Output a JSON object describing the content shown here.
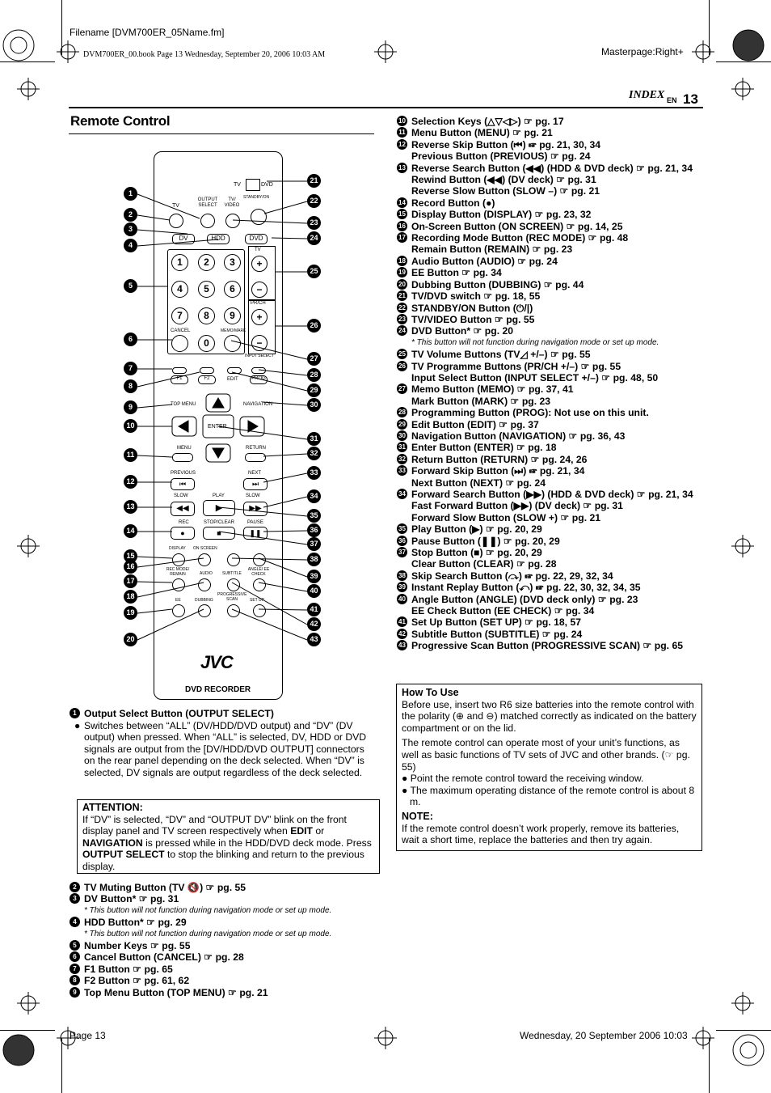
{
  "header": {
    "filename": "Filename [DVM700ER_05Name.fm]",
    "bookline": "DVM700ER_00.book  Page 13  Wednesday, September 20, 2006  10:03 AM",
    "masterpage": "Masterpage:Right+",
    "section": "INDEX",
    "lang": "EN",
    "page_number": "13"
  },
  "title": "Remote Control",
  "remote": {
    "brand": "JVC",
    "label": "DVD RECORDER",
    "tv_switch_left": "TV",
    "tv_switch_right": "DVD",
    "output_select": "OUTPUT SELECT",
    "tv_video": "TV/ VIDEO",
    "standby": "STANDBY/ON",
    "tv_mute": "TV",
    "dv": "DV",
    "hdd": "HDD",
    "dvd": "DVD",
    "keys": [
      "1",
      "2",
      "3",
      "4",
      "5",
      "6",
      "7",
      "8",
      "9",
      "0"
    ],
    "tv_vol": "TV",
    "prch": "PR/CH",
    "cancel": "CANCEL",
    "memo": "MEMO/MARK",
    "input_select": "INPUT SELECT",
    "f1": "F1",
    "f2": "F2",
    "edit": "EDIT",
    "prog": "PROG",
    "top_menu": "TOP MENU",
    "navigation": "NAVIGATION",
    "enter": "ENTER",
    "menu": "MENU",
    "return": "RETURN",
    "previous": "PREVIOUS",
    "next": "NEXT",
    "slow_minus": "SLOW",
    "play": "PLAY",
    "slow_plus": "SLOW",
    "rec": "REC",
    "stop_clear": "STOP/CLEAR",
    "pause": "PAUSE",
    "display": "DISPLAY",
    "on_screen": "ON SCREEN",
    "rec_mode": "REC MODE/ REMAIN",
    "audio": "AUDIO",
    "subtitle": "SUBTITLE",
    "angle": "ANGLE/ EE CHECK",
    "ee": "EE",
    "dubbing": "DUBBING",
    "progressive": "PROGRESSIVE SCAN",
    "set_up": "SET UP"
  },
  "callouts_left": [
    "1",
    "2",
    "3",
    "4",
    "5",
    "6",
    "7",
    "8",
    "9",
    "10",
    "11",
    "12",
    "13",
    "14",
    "15",
    "16",
    "17",
    "18",
    "19",
    "20"
  ],
  "callouts_right": [
    "21",
    "22",
    "23",
    "24",
    "25",
    "26",
    "27",
    "28",
    "29",
    "30",
    "31",
    "32",
    "33",
    "34",
    "35",
    "36",
    "37",
    "38",
    "39",
    "40",
    "41",
    "42",
    "43"
  ],
  "item1": {
    "num": "1",
    "title": "Output Select Button (OUTPUT SELECT)",
    "bullet": "Switches between “ALL” (DV/HDD/DVD output) and “DV” (DV output) when pressed. When “ALL” is selected, DV, HDD or DVD signals are output from the [DV/HDD/DVD OUTPUT] connectors on the rear panel depending on the deck selected. When “DV” is selected, DV signals are output regardless of the deck selected."
  },
  "attention": {
    "heading": "ATTENTION:",
    "t1": "If “DV” is selected, “DV” and “OUTPUT DV” blink on the front display panel and TV screen respectively when ",
    "b1": "EDIT",
    "t2": " or ",
    "b2": "NAVIGATION",
    "t3": " is pressed while in the HDD/DVD deck mode. Press ",
    "b3": "OUTPUT SELECT",
    "t4": " to stop the blinking and return to the previous display."
  },
  "left_list": [
    {
      "num": "2",
      "text": "TV Muting Button (TV 🔇) ☞ pg. 55"
    },
    {
      "num": "3",
      "text": "DV Button* ☞ pg. 31"
    },
    {
      "note": "* This button will not function during navigation mode or set up mode."
    },
    {
      "num": "4",
      "text": "HDD Button* ☞ pg. 29"
    },
    {
      "note": "* This button will not function during navigation mode or set up mode."
    },
    {
      "num": "5",
      "text": "Number Keys ☞ pg. 55"
    },
    {
      "num": "6",
      "text": "Cancel Button (CANCEL) ☞ pg. 28"
    },
    {
      "num": "7",
      "text": "F1 Button ☞ pg. 65"
    },
    {
      "num": "8",
      "text": "F2 Button ☞ pg. 61, 62"
    },
    {
      "num": "9",
      "text": "Top Menu Button (TOP MENU) ☞ pg. 21"
    }
  ],
  "right_list": [
    {
      "num": "10",
      "text": "Selection Keys (△▽◁▷) ☞ pg. 17"
    },
    {
      "num": "11",
      "text": "Menu Button (MENU) ☞ pg. 21"
    },
    {
      "num": "12",
      "text": "Reverse Skip Button (⏮) ☞ pg. 21, 30, 34"
    },
    {
      "cont": "Previous Button (PREVIOUS) ☞ pg. 24"
    },
    {
      "num": "13",
      "text": "Reverse Search Button (◀◀) (HDD & DVD deck) ☞ pg. 21, 34",
      "wrap": true
    },
    {
      "cont": "Rewind Button (◀◀) (DV deck) ☞ pg. 31"
    },
    {
      "cont": "Reverse Slow Button (SLOW –) ☞ pg. 21"
    },
    {
      "num": "14",
      "text": "Record Button (●)"
    },
    {
      "num": "15",
      "text": "Display Button (DISPLAY) ☞ pg. 23, 32"
    },
    {
      "num": "16",
      "text": "On-Screen Button (ON SCREEN) ☞ pg. 14, 25"
    },
    {
      "num": "17",
      "text": "Recording Mode Button (REC MODE) ☞ pg. 48"
    },
    {
      "cont": "Remain Button (REMAIN) ☞ pg. 23"
    },
    {
      "num": "18",
      "text": "Audio Button (AUDIO) ☞ pg. 24"
    },
    {
      "num": "19",
      "text": "EE Button ☞ pg. 34"
    },
    {
      "num": "20",
      "text": "Dubbing Button (DUBBING) ☞ pg. 44"
    },
    {
      "num": "21",
      "text": "TV/DVD switch ☞ pg. 18, 55"
    },
    {
      "num": "22",
      "text": "STANDBY/ON Button (⏻/|)"
    },
    {
      "num": "23",
      "text": "TV/VIDEO Button ☞ pg. 55"
    },
    {
      "num": "24",
      "text": "DVD Button* ☞ pg. 20"
    },
    {
      "note": "* This button will not function during navigation mode or set up mode."
    },
    {
      "num": "25",
      "text": "TV Volume Buttons (TV◿ +/–) ☞ pg. 55"
    },
    {
      "num": "26",
      "text": "TV Programme Buttons (PR/CH +/–) ☞ pg. 55"
    },
    {
      "cont": "Input Select Button (INPUT SELECT +/–) ☞ pg. 48, 50"
    },
    {
      "num": "27",
      "text": "Memo Button (MEMO) ☞ pg. 37, 41"
    },
    {
      "cont": "Mark Button (MARK) ☞ pg. 23"
    },
    {
      "num": "28",
      "text": "Programming Button (PROG): Not use on this unit."
    },
    {
      "num": "29",
      "text": "Edit Button (EDIT) ☞ pg. 37"
    },
    {
      "num": "30",
      "text": "Navigation Button (NAVIGATION) ☞ pg. 36, 43"
    },
    {
      "num": "31",
      "text": "Enter Button (ENTER) ☞ pg. 18"
    },
    {
      "num": "32",
      "text": "Return Button (RETURN) ☞ pg. 24, 26"
    },
    {
      "num": "33",
      "text": "Forward Skip Button (⏭) ☞ pg. 21, 34"
    },
    {
      "cont": "Next Button (NEXT) ☞ pg. 24"
    },
    {
      "num": "34",
      "text": "Forward Search Button (▶▶) (HDD & DVD deck) ☞ pg. 21, 34",
      "wrap": true
    },
    {
      "cont": "Fast Forward Button (▶▶) (DV deck) ☞ pg. 31"
    },
    {
      "cont": "Forward Slow Button (SLOW +) ☞ pg. 21"
    },
    {
      "num": "35",
      "text": "Play Button (▶) ☞ pg. 20, 29"
    },
    {
      "num": "36",
      "text": "Pause Button (❚❚) ☞ pg. 20, 29"
    },
    {
      "num": "37",
      "text": "Stop Button (■) ☞ pg. 20, 29"
    },
    {
      "cont": "Clear Button (CLEAR) ☞ pg. 28"
    },
    {
      "num": "38",
      "text": "Skip Search Button (⤼) ☞ pg. 22, 29, 32, 34"
    },
    {
      "num": "39",
      "text": "Instant Replay Button (⤺) ☞ pg. 22, 30, 32, 34, 35"
    },
    {
      "num": "40",
      "text": "Angle Button (ANGLE) (DVD deck only) ☞ pg. 23"
    },
    {
      "cont": "EE Check Button (EE CHECK) ☞ pg. 34"
    },
    {
      "num": "41",
      "text": "Set Up Button (SET UP) ☞ pg. 18, 57"
    },
    {
      "num": "42",
      "text": "Subtitle Button (SUBTITLE) ☞ pg. 24"
    },
    {
      "num": "43",
      "text": "Progressive Scan Button (PROGRESSIVE SCAN) ☞ pg. 65"
    }
  ],
  "howto": {
    "heading": "How To Use",
    "p1": "Before use, insert two R6 size batteries into the remote control with the polarity (⊕ and ⊖) matched correctly as indicated on the battery compartment or on the lid.",
    "p2": "The remote control can operate most of your unit’s functions, as well as basic functions of TV sets of JVC and other brands. (☞ pg. 55)",
    "b1": "● Point the remote control toward the receiving window.",
    "b2": "● The maximum operating distance of the remote control is about 8 m.",
    "note_heading": "NOTE:",
    "note": "If the remote control doesn’t work properly, remove its batteries, wait a short time, replace the batteries and then try again."
  },
  "footer": {
    "page": "Page 13",
    "date": "Wednesday, 20 September 2006  10:03"
  }
}
